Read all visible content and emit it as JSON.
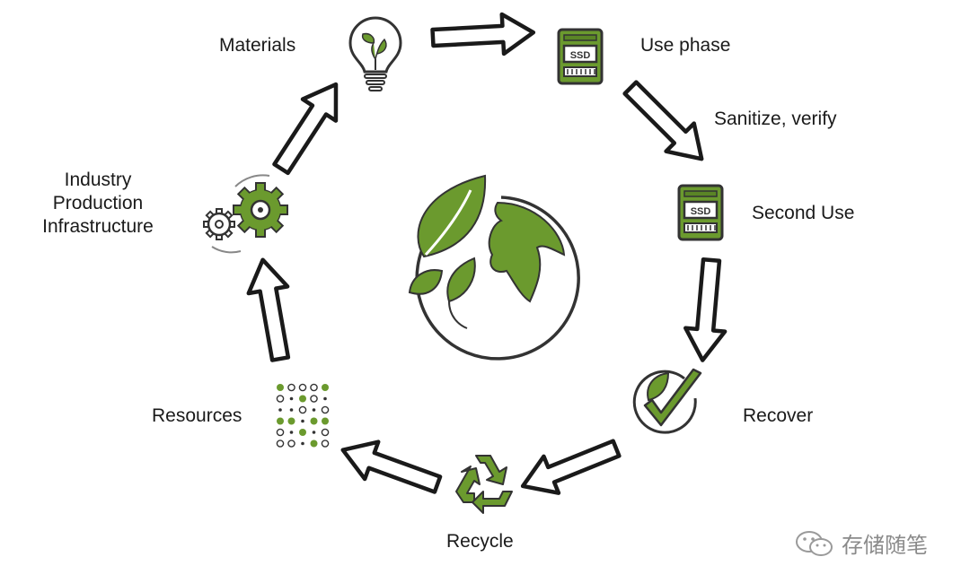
{
  "labels": {
    "materials": "Materials",
    "use_phase": "Use phase",
    "sanitize": "Sanitize, verify",
    "second_use": "Second Use",
    "recover": "Recover",
    "recycle": "Recycle",
    "resources": "Resources",
    "industry": [
      "Industry",
      "Production",
      "Infrastructure"
    ]
  },
  "ssd_label": "SSD",
  "watermark": "存储随笔",
  "colors": {
    "green": "#6b9a2e",
    "dark": "#333333",
    "outline": "#1a1a1a"
  }
}
